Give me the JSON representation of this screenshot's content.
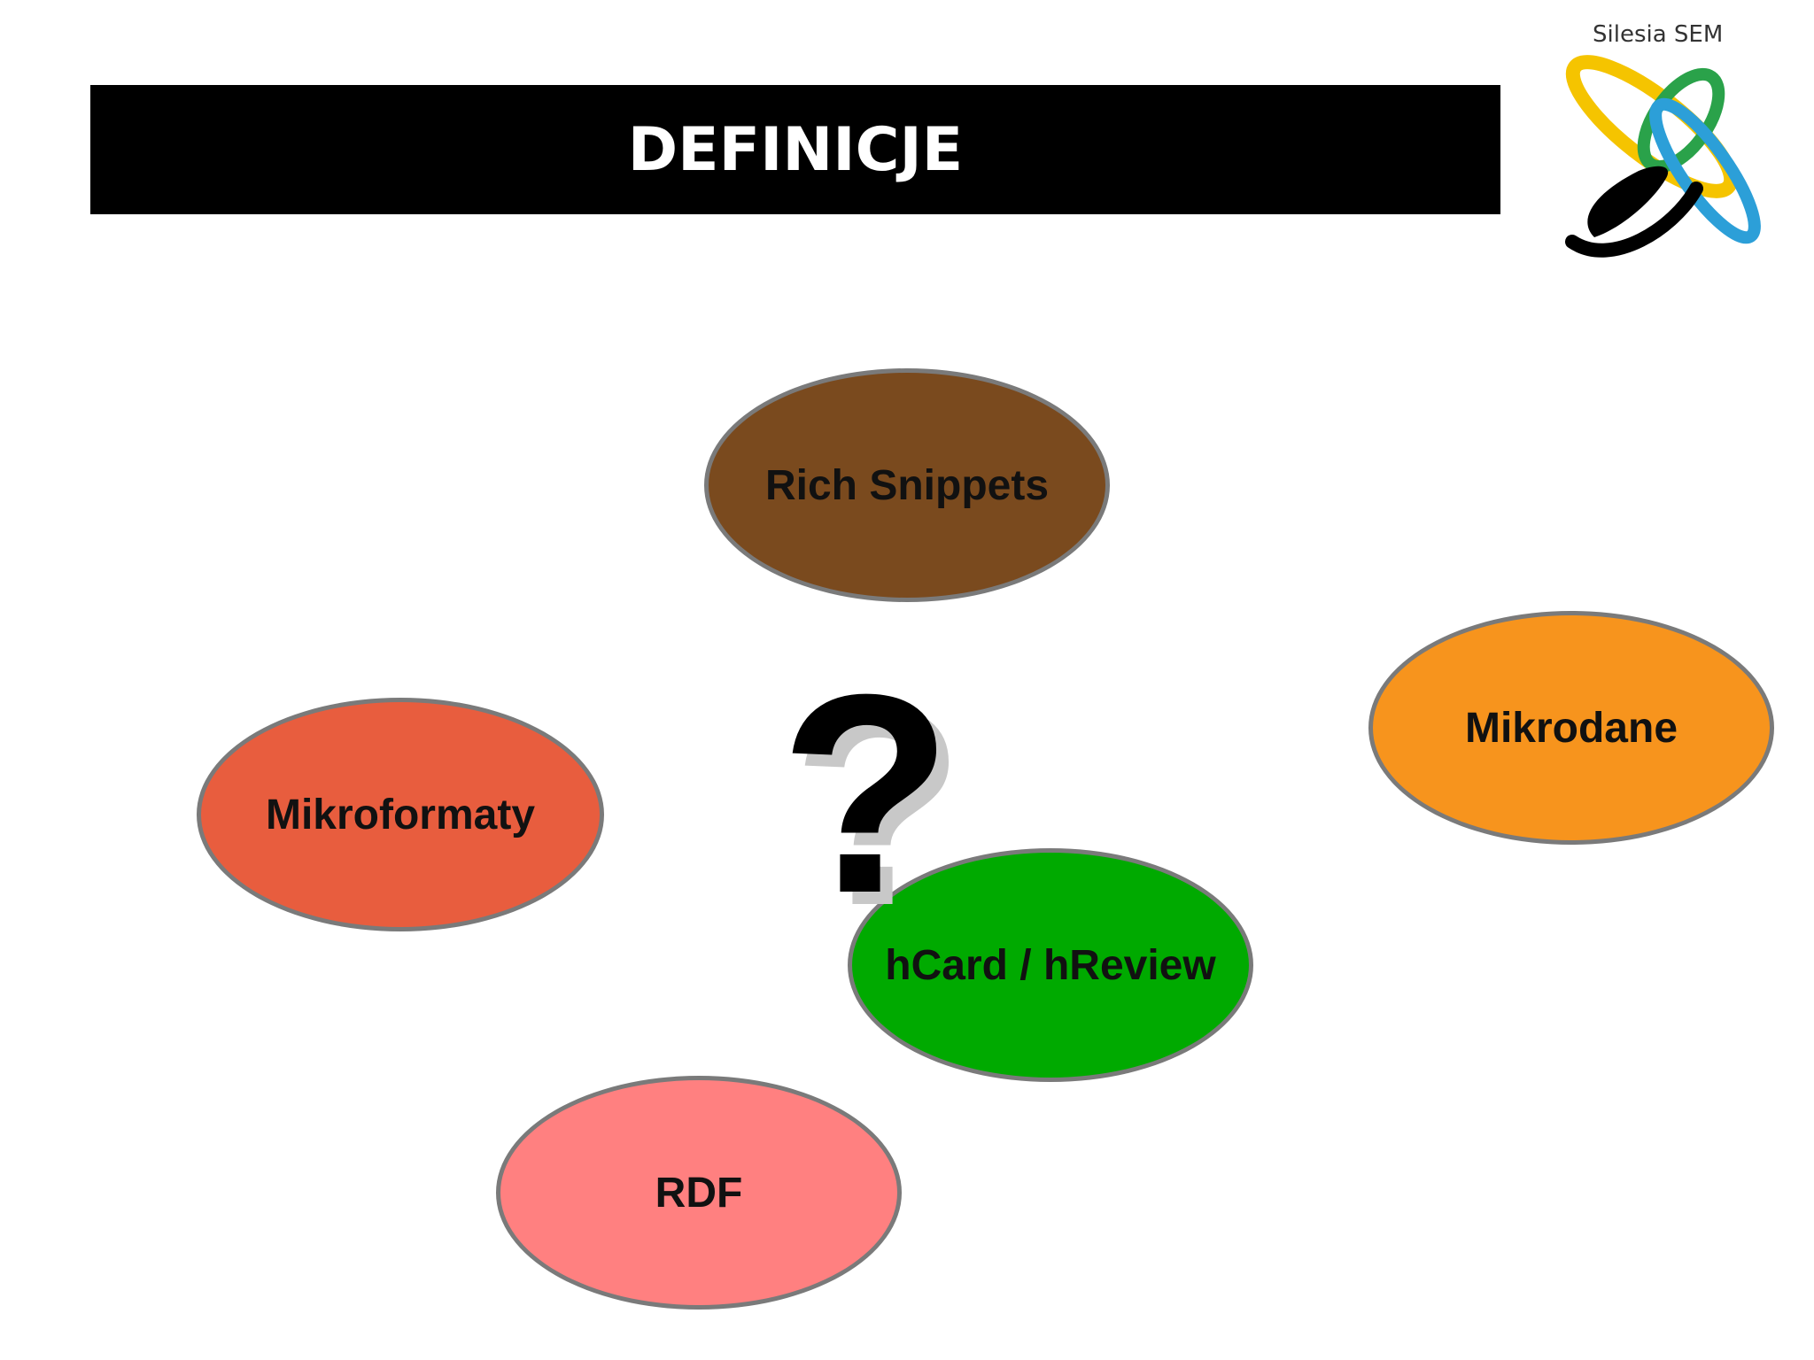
{
  "slide": {
    "title": "DEFINICJE"
  },
  "logo": {
    "text": "Silesia SEM",
    "colors": [
      "#f5c400",
      "#2aa24a",
      "#2c9fd8",
      "#000000"
    ]
  },
  "diagram": {
    "center_symbol": "?",
    "nodes": [
      {
        "id": "rich-snippets",
        "label": "Rich Snippets",
        "color": "#7a4a1e"
      },
      {
        "id": "mikrodane",
        "label": "Mikrodane",
        "color": "#f7941d"
      },
      {
        "id": "mikroformaty",
        "label": "Mikroformaty",
        "color": "#e85d3e"
      },
      {
        "id": "hcard-hreview",
        "label": "hCard / hReview",
        "color": "#00aa00"
      },
      {
        "id": "rdf",
        "label": "RDF",
        "color": "#ff8080"
      }
    ],
    "border_color": "#7a7a7a"
  }
}
